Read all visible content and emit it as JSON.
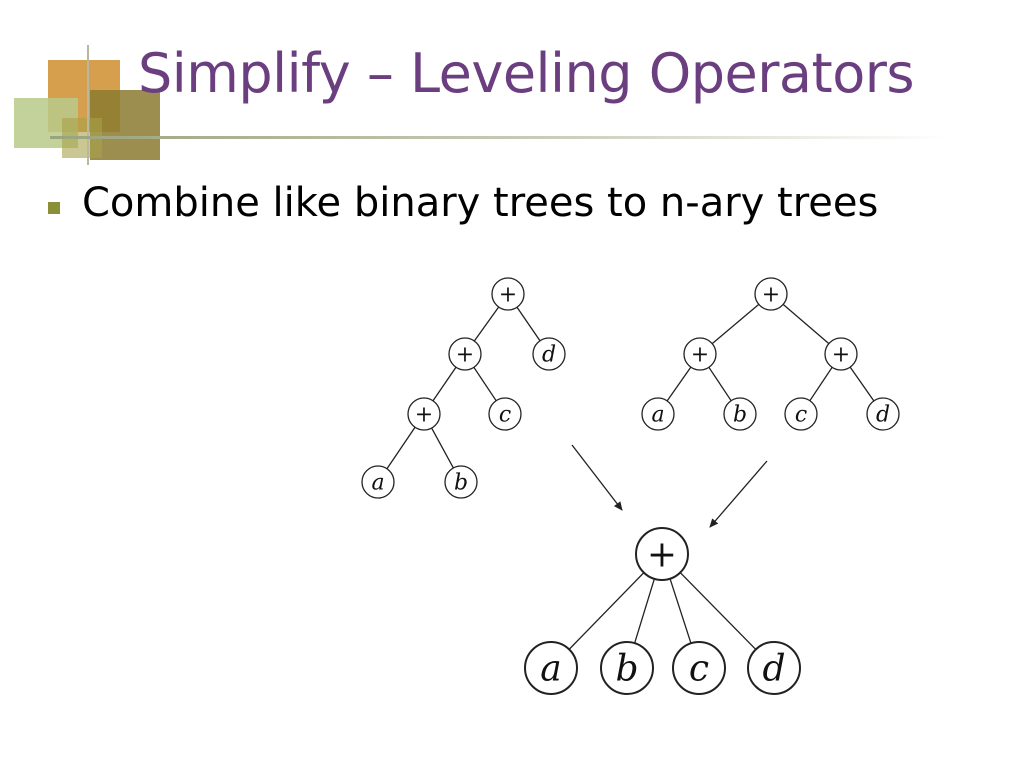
{
  "slide": {
    "title": "Simplify – Leveling Operators",
    "bullets": [
      "Combine like binary trees to n-ary trees"
    ]
  },
  "diagram": {
    "colors": {
      "title": "#6b3f7f",
      "bullet": "#8a8f3a",
      "deco_orange": "#d49a45",
      "deco_olive": "#8a7a30",
      "deco_green": "#b8c98a"
    },
    "left_tree": {
      "operator": "+",
      "children": [
        {
          "operator": "+",
          "children": [
            {
              "operator": "+",
              "children": [
                {
                  "leaf": "a"
                },
                {
                  "leaf": "b"
                }
              ]
            },
            {
              "leaf": "c"
            }
          ]
        },
        {
          "leaf": "d"
        }
      ]
    },
    "right_tree": {
      "operator": "+",
      "children": [
        {
          "operator": "+",
          "children": [
            {
              "leaf": "a"
            },
            {
              "leaf": "b"
            }
          ]
        },
        {
          "operator": "+",
          "children": [
            {
              "leaf": "c"
            },
            {
              "leaf": "d"
            }
          ]
        }
      ]
    },
    "result_tree": {
      "operator": "+",
      "children": [
        {
          "leaf": "a"
        },
        {
          "leaf": "b"
        },
        {
          "leaf": "c"
        },
        {
          "leaf": "d"
        }
      ]
    }
  }
}
